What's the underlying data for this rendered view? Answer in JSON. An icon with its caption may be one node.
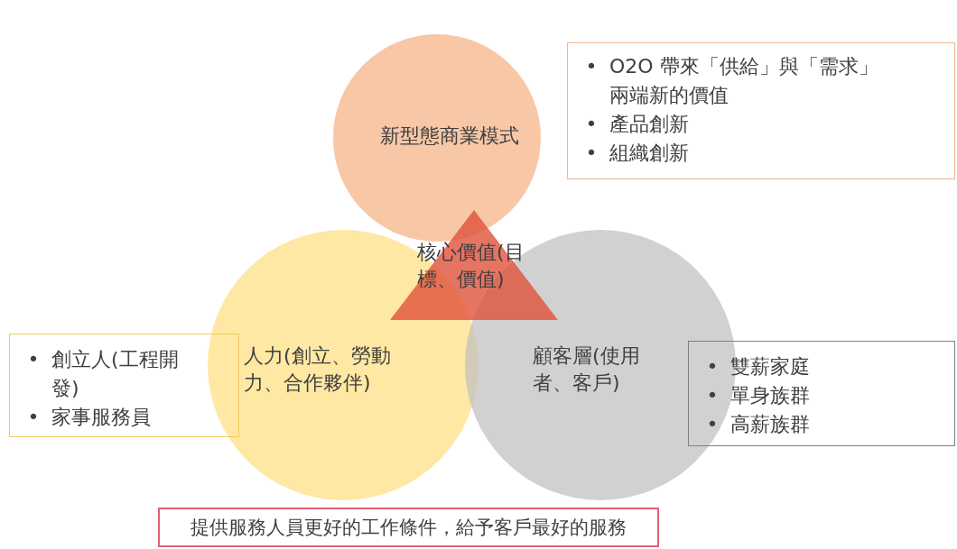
{
  "diagram": {
    "nodes": [
      {
        "text": [
          "新型態商業模式"
        ]
      },
      {
        "text": [
          "O2O 帶來「供給」與「需求」兩端新的價值",
          "產品創新",
          "組織創新"
        ]
      },
      {
        "text": [
          "核心價值(目標、價值)"
        ]
      },
      {
        "text": [
          "人力(創立、勞動力、合作夥伴)"
        ]
      },
      {
        "text": [
          "創立人(工程開發)",
          "家事服務員"
        ]
      },
      {
        "text": [
          "顧客層(使用者、客戶)"
        ]
      },
      {
        "text": [
          "雙薪家庭",
          "單身族群",
          "高薪族群"
        ]
      },
      {
        "text": [
          "提供服務人員更好的工作條件，給予客戶最好的服務"
        ]
      }
    ],
    "labels": [
      "•",
      "•",
      "•",
      "•",
      "•",
      "•",
      "•",
      "•"
    ]
  }
}
